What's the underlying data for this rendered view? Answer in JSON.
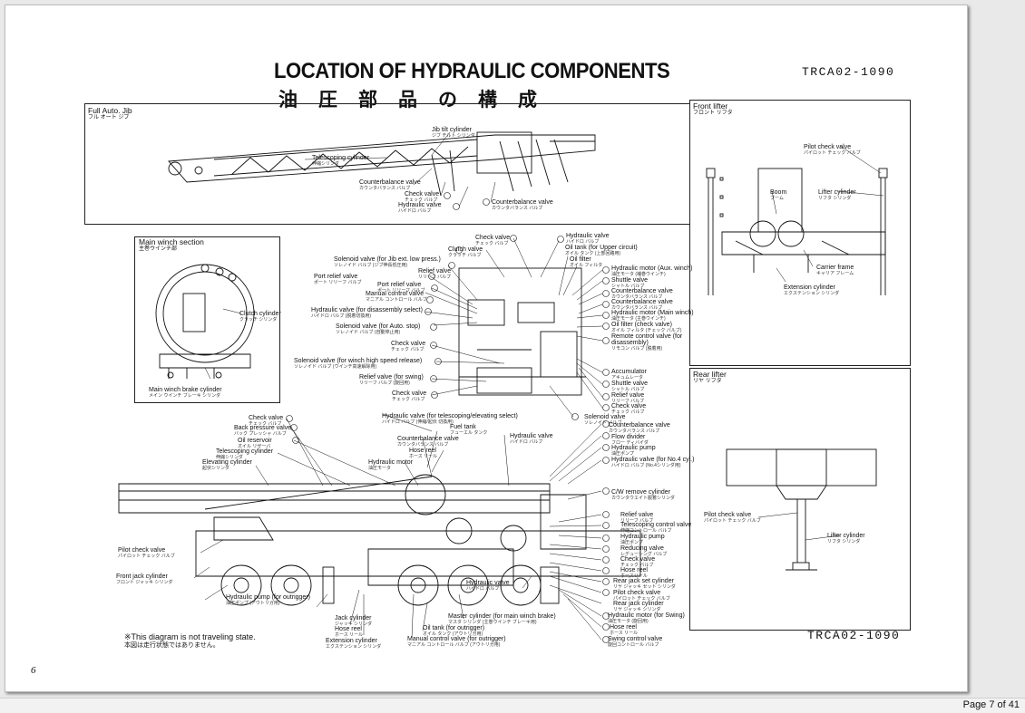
{
  "document": {
    "title": "LOCATION OF HYDRAULIC COMPONENTS",
    "subtitle_jp": "油圧部品の構成",
    "code_top": "TRCA02-1090",
    "code_bottom": "TRCA02-1090",
    "note": "※This diagram is not traveling state.",
    "note_jp": "本図は走行状態ではありません。",
    "page_number": "6"
  },
  "sections": {
    "full_jib": {
      "en": "Full Auto. Jib",
      "jp": "フル オート ジブ"
    },
    "main_winch": {
      "en": "Main winch section",
      "jp": "主巻ウインチ部"
    },
    "front_lifter": {
      "en": "Front lifter",
      "jp": "フロント リフタ"
    },
    "rear_lifter": {
      "en": "Rear lifter",
      "jp": "リヤ リフタ"
    }
  },
  "jib_labels": [
    {
      "en": "Jib tilt cylinder",
      "jp": "ジブ チルト シリンダ"
    },
    {
      "en": "Telescoping cylinder",
      "jp": "伸縮シリンダ"
    },
    {
      "en": "Counterbalance valve",
      "jp": "カウンタバランス バルブ"
    },
    {
      "en": "Check valve",
      "jp": "チェック バルブ"
    },
    {
      "en": "Hydraulic valve",
      "jp": "ハイドロ バルブ"
    },
    {
      "en": "Counterbalance valve",
      "jp": "カウンタバランス バルブ"
    }
  ],
  "winch_labels": [
    {
      "en": "Clutch cylinder",
      "jp": "クラッチ シリンダ"
    },
    {
      "en": "Main winch brake cylinder",
      "jp": "メイン ウインチ ブレーキ シリンダ"
    }
  ],
  "front_lifter_labels": [
    {
      "en": "Pilot check valve",
      "jp": "パイロット チェック バルブ"
    },
    {
      "en": "Boom",
      "jp": "ブーム"
    },
    {
      "en": "Lifter cylinder",
      "jp": "リフタ シリンダ"
    },
    {
      "en": "Carrier frame",
      "jp": "キャリア フレーム"
    },
    {
      "en": "Extension cylinder",
      "jp": "エクステンション シリンダ"
    }
  ],
  "rear_lifter_labels": [
    {
      "en": "Pilot check valve",
      "jp": "パイロット チェック バルブ"
    },
    {
      "en": "Lifter cylinder",
      "jp": "リフタ シリンダ"
    }
  ],
  "upper_left_labels": [
    {
      "en": "Solenoid valve (for Jib ext. low press.)",
      "jp": "ソレノイド バルブ (ジブ伸長低圧用)"
    },
    {
      "en": "Port relief valve",
      "jp": "ポート リリーフ バルブ"
    },
    {
      "en": "Relief valve",
      "jp": "リリーフ バルブ"
    },
    {
      "en": "Port relief valve",
      "jp": "ポート リリーフ バルブ"
    },
    {
      "en": "Manual control valve",
      "jp": "マニアル コントロール バルブ"
    },
    {
      "en": "Hydraulic valve (for disassembly select)",
      "jp": "ハイドロ バルブ (脱着切換用)"
    },
    {
      "en": "Solenoid valve (for Auto. stop)",
      "jp": "ソレノイド バルブ (自動停止用)"
    },
    {
      "en": "Check valve",
      "jp": "チェック バルブ"
    },
    {
      "en": "Solenoid valve (for winch high speed release)",
      "jp": "ソレノイド バルブ (ウインチ高速解除用)"
    },
    {
      "en": "Relief valve (for swing)",
      "jp": "リリーフ バルブ (旋回用)"
    },
    {
      "en": "Check valve",
      "jp": "チェック バルブ"
    }
  ],
  "upper_top_labels": [
    {
      "en": "Check valve",
      "jp": "チェック バルブ"
    },
    {
      "en": "Clutch valve",
      "jp": "クラッチ バルブ"
    },
    {
      "en": "Hydraulic valve",
      "jp": "ハイドロ バルブ"
    },
    {
      "en": "Oil tank (for Upper circuit)",
      "jp": "オイル タンク (上部回路用)"
    },
    {
      "en": "Oil filter",
      "jp": "オイル フィルタ"
    }
  ],
  "upper_right_labels": [
    {
      "en": "Hydraulic motor (Aux. winch)",
      "jp": "油圧モータ (補巻ウインチ)"
    },
    {
      "en": "Shuttle valve",
      "jp": "シャトル バルブ"
    },
    {
      "en": "Counterbalance valve",
      "jp": "カウンタバランス バルブ"
    },
    {
      "en": "Counterbalance valve",
      "jp": "カウンタバランス バルブ"
    },
    {
      "en": "Hydraulic motor (Main winch)",
      "jp": "油圧モータ (主巻ウインチ)"
    },
    {
      "en": "Oil filter (check valve)",
      "jp": "オイル フィルタ (チェック バルブ)"
    },
    {
      "en": "Remote control valve (for disassembly)",
      "jp": "リモコン バルブ (脱着用)"
    },
    {
      "en": "Accumulator",
      "jp": "アキュムレータ"
    },
    {
      "en": "Shuttle valve",
      "jp": "シャトル バルブ"
    },
    {
      "en": "Relief valve",
      "jp": "リリーフ バルブ"
    },
    {
      "en": "Check valve",
      "jp": "チェック バルブ"
    },
    {
      "en": "Solenoid valve",
      "jp": "ソレノイド バルブ"
    }
  ],
  "middle_labels": [
    {
      "en": "Hydraulic valve (for telescoping/elevating select)",
      "jp": "ハイドロ バルブ (伸縮/起伏 切換用)"
    },
    {
      "en": "Fuel tank",
      "jp": "フューエル タンク"
    },
    {
      "en": "Counterbalance valve",
      "jp": "カウンタバランス バルブ"
    },
    {
      "en": "Hydraulic valve",
      "jp": "ハイドロ バルブ"
    },
    {
      "en": "Hose reel",
      "jp": "ホース リール"
    },
    {
      "en": "Hydraulic motor",
      "jp": "油圧モータ"
    }
  ],
  "lower_left_labels": [
    {
      "en": "Check valve",
      "jp": "チェック バルブ"
    },
    {
      "en": "Back pressure valve",
      "jp": "バック プレッシャ バルブ"
    },
    {
      "en": "Oil reservoir",
      "jp": "オイル リザーバ"
    },
    {
      "en": "Telescoping cylinder",
      "jp": "伸縮シリンダ"
    },
    {
      "en": "Elevating cylinder",
      "jp": "起伏シリンダ"
    },
    {
      "en": "Pilot check valve",
      "jp": "パイロット チェック バルブ"
    },
    {
      "en": "Front jack cylinder",
      "jp": "フロント ジャッキ シリンダ"
    },
    {
      "en": "Hydraulic pump (for outrigger)",
      "jp": "油圧ポンプ (アウトリガ用)"
    }
  ],
  "lower_right_labels": [
    {
      "en": "Counterbalance valve",
      "jp": "カウンタバランス バルブ"
    },
    {
      "en": "Flow divider",
      "jp": "フロー ディバイダ"
    },
    {
      "en": "Hydraulic pump",
      "jp": "油圧ポンプ"
    },
    {
      "en": "Hydraulic valve (for No.4 cyl.)",
      "jp": "ハイドロ バルブ (No.4シリンダ用)"
    },
    {
      "en": "C/W remove cylinder",
      "jp": "カウンタウエイト脱着シリンダ"
    },
    {
      "en": "Relief valve",
      "jp": "リリーフ バルブ"
    },
    {
      "en": "Telescoping control valve",
      "jp": "伸縮コントロール バルブ"
    },
    {
      "en": "Hydraulic pump",
      "jp": "油圧ポンプ"
    },
    {
      "en": "Reducing valve",
      "jp": "レデューシング バルブ"
    },
    {
      "en": "Check valve",
      "jp": "チェック バルブ"
    },
    {
      "en": "Hose reel",
      "jp": "ホースリール"
    },
    {
      "en": "Rear jack set cylinder",
      "jp": "リヤ ジャッキ セット シリンダ"
    },
    {
      "en": "Pilot check valve",
      "jp": "パイロット チェック バルブ"
    },
    {
      "en": "Rear jack cylinder",
      "jp": "リヤ ジャッキ シリンダ"
    },
    {
      "en": "Hydraulic motor (for Swing)",
      "jp": "油圧モータ (旋回用)"
    },
    {
      "en": "Hose reel",
      "jp": "ホース リール"
    },
    {
      "en": "Swing control valve",
      "jp": "旋回コントロール バルブ"
    }
  ],
  "bottom_labels": [
    {
      "en": "Jack cylinder",
      "jp": "ジャッキ シリンダ"
    },
    {
      "en": "Hose reel",
      "jp": "ホース リール"
    },
    {
      "en": "Extension cylinder",
      "jp": "エクステンション シリンダ"
    },
    {
      "en": "Oil tank (for outrigger)",
      "jp": "オイル タンク (アウトリガ用)"
    },
    {
      "en": "Manual control valve (for outrigger)",
      "jp": "マニアル コントロール バルブ (アウトリガ用)"
    },
    {
      "en": "Master cylinder (for main winch brake)",
      "jp": "マスタ シリンダ (主巻ウインチ ブレーキ用)"
    },
    {
      "en": "Hydraulic valve",
      "jp": "ハイドロ バルブ"
    }
  ],
  "viewer": {
    "page_indicator": "Page 7 of 41"
  },
  "colors": {
    "ink": "#111111",
    "viewer_bg": "#e9e9e9",
    "page_bg": "#ffffff"
  }
}
